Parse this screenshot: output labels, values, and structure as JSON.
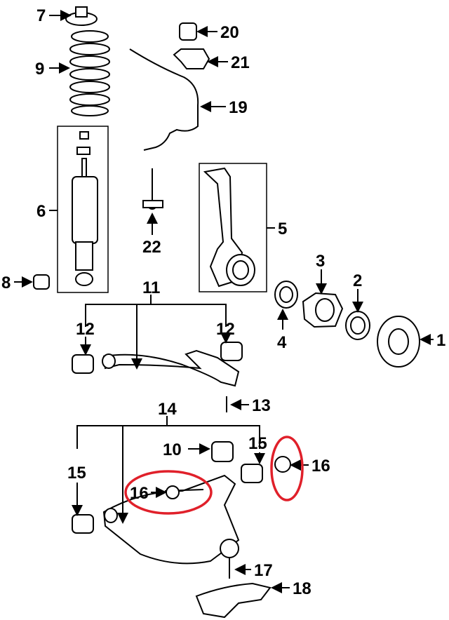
{
  "diagram": {
    "callouts": {
      "p7": "7",
      "p20": "20",
      "p9": "9",
      "p21": "21",
      "p19": "19",
      "p6": "6",
      "p22": "22",
      "p5": "5",
      "p8": "8",
      "p11": "11",
      "p3": "3",
      "p2": "2",
      "p12a": "12",
      "p12b": "12",
      "p4": "4",
      "p1": "1",
      "p13": "13",
      "p14": "14",
      "p10": "10",
      "p15a": "15",
      "p15b": "15",
      "p16a": "16",
      "p16b": "16",
      "p17": "17",
      "p18": "18"
    },
    "highlight_color": "#e0202a"
  }
}
